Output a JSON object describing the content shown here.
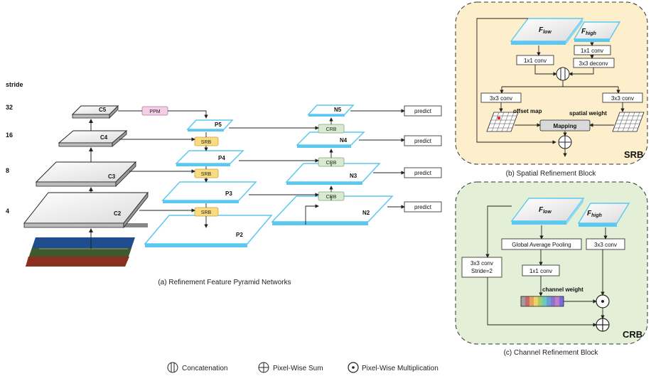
{
  "left_panel": {
    "stride_header": "stride",
    "strides": [
      "32",
      "16",
      "8",
      "4"
    ],
    "backbone_labels": [
      "C5",
      "C4",
      "C3",
      "C2"
    ],
    "ppm_label": "PPM",
    "pyramid_labels": [
      "P5",
      "P4",
      "P3",
      "P2"
    ],
    "srb_label": "SRB",
    "crb_label": "CRB",
    "refined_labels": [
      "N5",
      "N4",
      "N3",
      "N2"
    ],
    "predict_label": "predict",
    "caption": "(a) Refinement Feature Pyramid Networks"
  },
  "srb_panel": {
    "f_low": "F",
    "f_low_sub": "low",
    "f_high": "F",
    "f_high_sub": "high",
    "conv_1x1": "1x1 conv",
    "deconv_3x3": "3x3 deconv",
    "conv_3x3": "3x3 conv",
    "offset_map": "offset map",
    "spatial_weight": "spatial weight",
    "mapping": "Mapping",
    "title": "SRB",
    "caption": "(b) Spatial Refinement Block",
    "panel_color": "#fdefcc"
  },
  "crb_panel": {
    "f_low": "F",
    "f_low_sub": "low",
    "f_high": "F",
    "f_high_sub": "high",
    "gap": "Global Average Pooling",
    "conv_3x3": "3x3 conv",
    "conv_stride_line1": "3x3 conv",
    "conv_stride_line2": "Stride=2",
    "conv_1x1": "1x1 conv",
    "channel_weight": "channel weight",
    "title": "CRB",
    "caption": "(c) Channel Refinement Block",
    "panel_color": "#e3efd6"
  },
  "legend": {
    "concatenation": "Concatenation",
    "pixel_sum": "Pixel-Wise Sum",
    "pixel_mult": "Pixel-Wise Multiplication"
  },
  "colors": {
    "blue_map": "#5bc8ef",
    "srb_box": "#f9dc80",
    "crb_box": "#d9ead3",
    "ppm_box": "#f3cfe6",
    "gray_map": "#e6e6e6"
  }
}
